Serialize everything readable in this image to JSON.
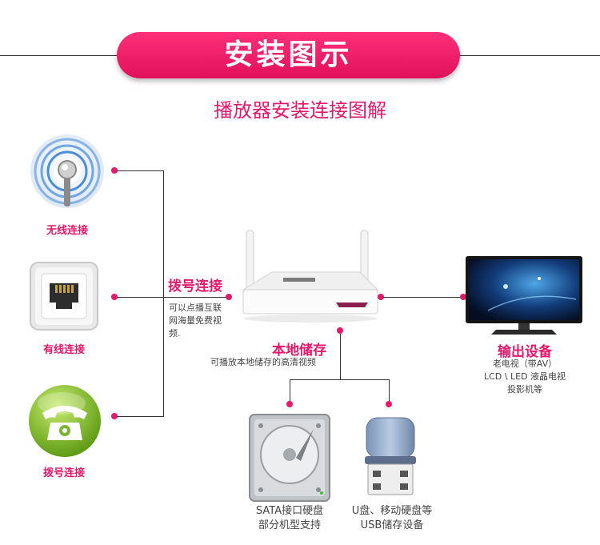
{
  "header": {
    "title": "安装图示",
    "subtitle": "播放器安装连接图解"
  },
  "inputs": [
    {
      "label": "无线连接",
      "icon": "wifi-icon"
    },
    {
      "label": "有线连接",
      "icon": "ethernet-port-icon"
    },
    {
      "label": "拨号连接",
      "icon": "telephone-icon"
    }
  ],
  "dialup": {
    "title": "拨号连接",
    "desc": [
      "可以点播互联",
      "网海量免费视",
      "频."
    ]
  },
  "storage": {
    "title": "本地储存",
    "desc": "可播放本地储存的高清视频"
  },
  "output": {
    "title": "输出设备",
    "desc": [
      "老电视（带AV）",
      "LCD \\ LED 液晶电视",
      "投影机等"
    ]
  },
  "devices": {
    "hdd": [
      "SATA接口硬盘",
      "部分机型支持"
    ],
    "usb": [
      "U盘、移动硬盘等",
      "USB储存设备"
    ]
  },
  "colors": {
    "accent": "#e4196b",
    "banner": "#f01c67"
  }
}
